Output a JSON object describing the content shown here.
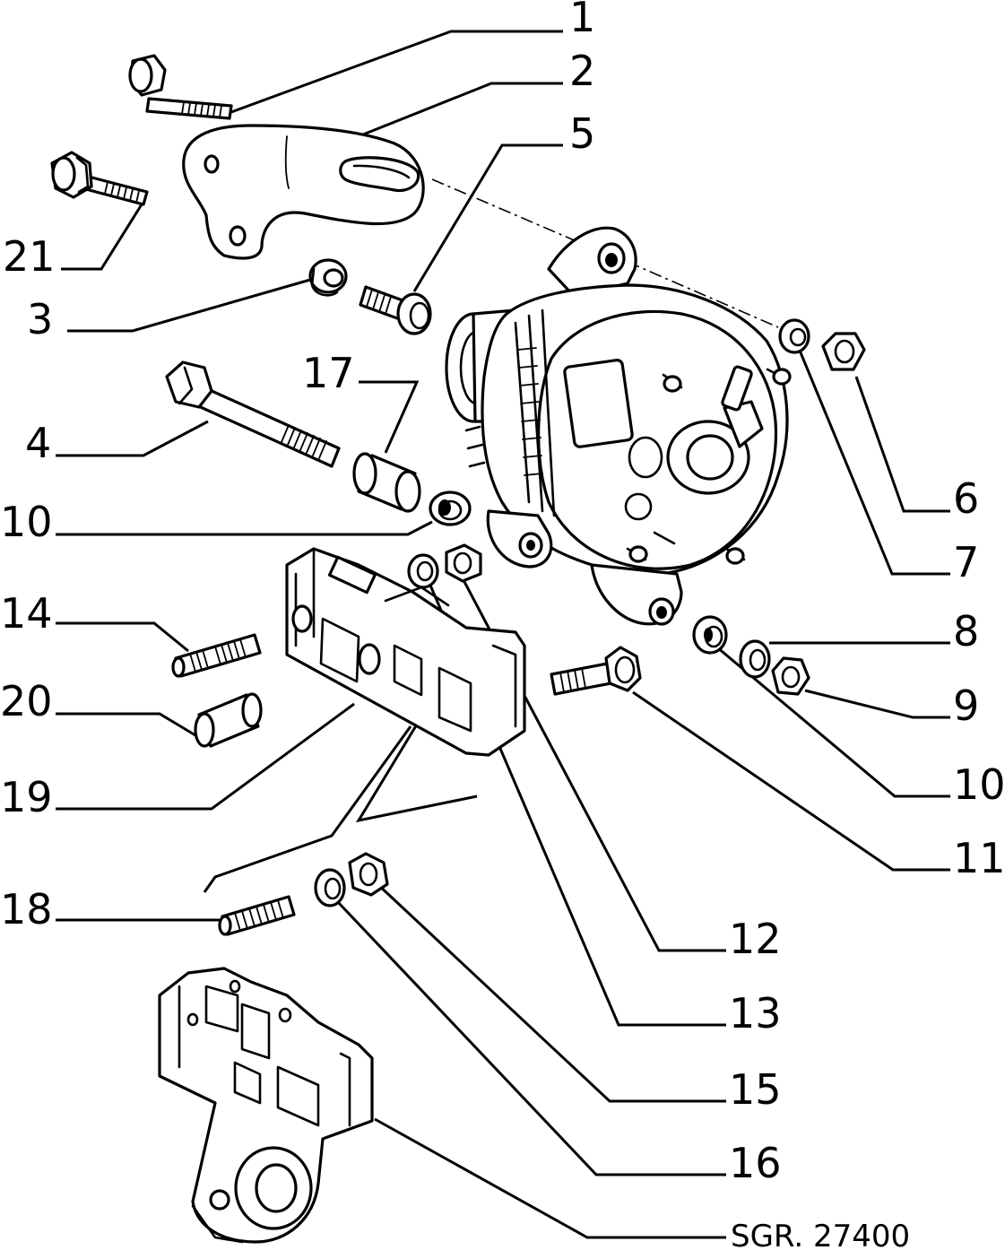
{
  "diagram": {
    "reference_code": "SGR. 27400",
    "callouts": [
      "1",
      "2",
      "5",
      "21",
      "3",
      "17",
      "4",
      "10",
      "14",
      "20",
      "19",
      "18",
      "6",
      "7",
      "8",
      "9",
      "10",
      "11",
      "12",
      "13",
      "15",
      "16"
    ]
  }
}
